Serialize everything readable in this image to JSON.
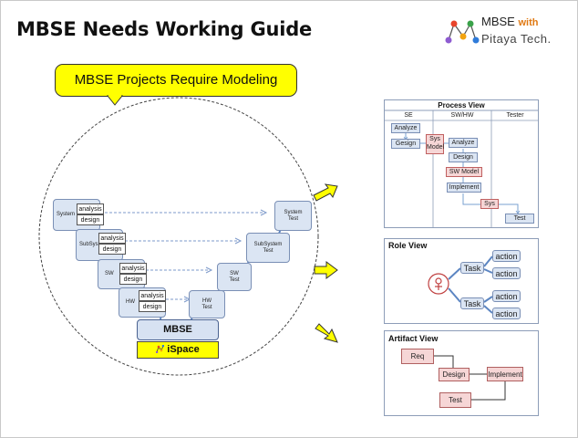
{
  "title": "MBSE Needs Working Guide",
  "logo": {
    "line1": "MBSE",
    "with": "with",
    "line2": "Pitaya Tech."
  },
  "callout": "MBSE Projects Require Modeling",
  "vmodel": {
    "left": [
      {
        "name": "System",
        "analysis": "analysis",
        "design": "design"
      },
      {
        "name": "SubSys",
        "analysis": "analysis",
        "design": "design"
      },
      {
        "name": "SW",
        "analysis": "analysis",
        "design": "design"
      },
      {
        "name": "HW",
        "analysis": "analysis",
        "design": "design"
      }
    ],
    "right": [
      {
        "line1": "System",
        "line2": "Test"
      },
      {
        "line1": "SubSystem",
        "line2": "Test"
      },
      {
        "line1": "SW",
        "line2": "Test"
      },
      {
        "line1": "HW",
        "line2": "Test"
      }
    ],
    "base": "MBSE",
    "tool": "iSpace"
  },
  "process_view": {
    "title": "Process View",
    "lanes": [
      "SE",
      "SW/HW",
      "Tester"
    ],
    "boxes": {
      "analyze1": "Analyze",
      "gesign": "Gesign",
      "sys_model_1": "Sys",
      "sys_model_2": "Model",
      "analyze2": "Analyze",
      "design": "Design",
      "sw_model": "SW Model",
      "implement": "Implement",
      "sys": "Sys",
      "test": "Test"
    }
  },
  "role_view": {
    "title": "Role View",
    "task1": "Task",
    "task2": "Task",
    "actions": [
      "action",
      "action",
      "action",
      "action"
    ]
  },
  "artifact_view": {
    "title": "Artifact View",
    "req": "Req",
    "design": "Design",
    "implement": "Implement",
    "test": "Test"
  }
}
